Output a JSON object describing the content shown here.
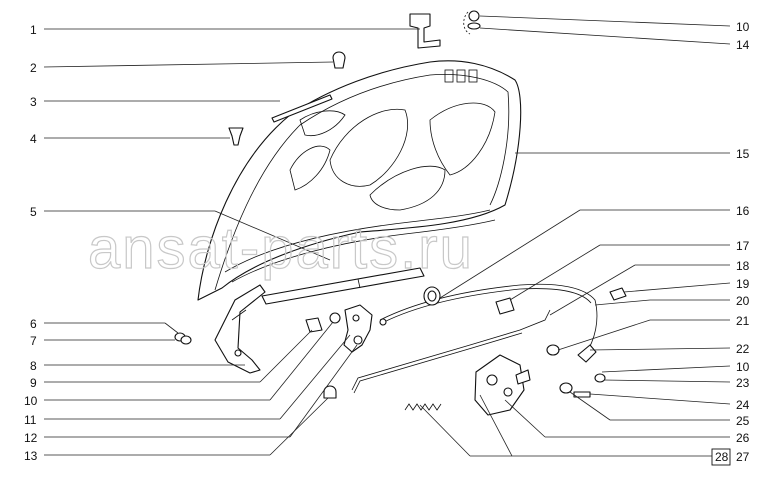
{
  "watermark": "ansat-parts.ru",
  "callouts_left": [
    "1",
    "2",
    "3",
    "4",
    "5",
    "6",
    "7",
    "8",
    "9",
    "10",
    "11",
    "12",
    "13"
  ],
  "callouts_right": [
    "10",
    "14",
    "15",
    "16",
    "17",
    "18",
    "19",
    "20",
    "21",
    "22",
    "10",
    "23",
    "24",
    "25",
    "26",
    "27"
  ],
  "boxed_callout": "28"
}
